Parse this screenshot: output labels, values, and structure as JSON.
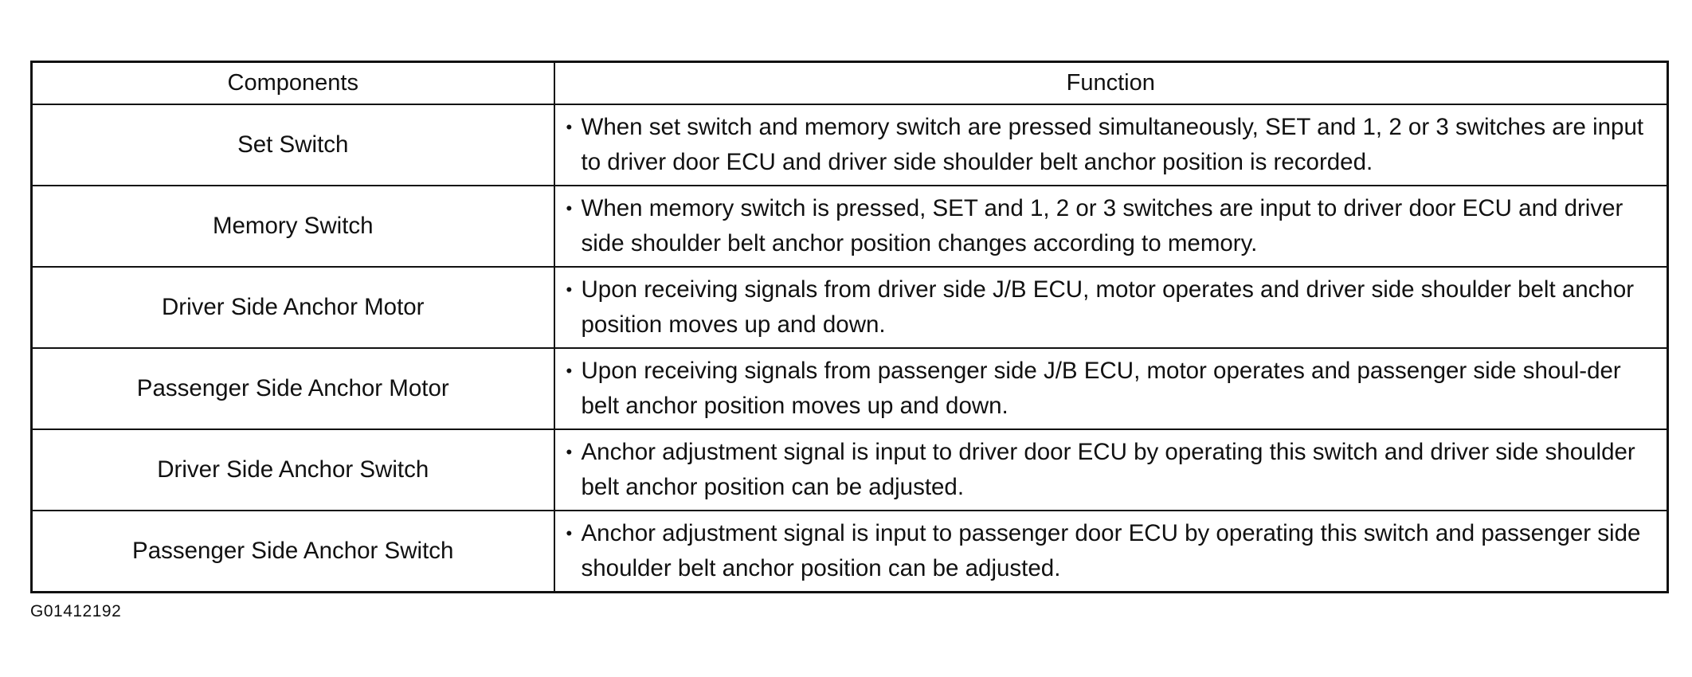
{
  "table": {
    "headers": {
      "components": "Components",
      "function": "Function"
    },
    "bullet": "•",
    "rows": [
      {
        "component": "Set Switch",
        "function": "When set switch and memory switch are pressed simultaneously, SET and 1, 2 or 3 switches are input to driver door ECU and driver side shoulder belt anchor position is recorded."
      },
      {
        "component": "Memory Switch",
        "function": "When memory switch is pressed, SET and 1, 2 or 3 switches are input to driver door ECU and driver side shoulder belt anchor position changes according to memory."
      },
      {
        "component": "Driver Side Anchor Motor",
        "function": "Upon receiving signals from driver side J/B ECU, motor operates and driver side shoulder belt anchor position moves up and down."
      },
      {
        "component": "Passenger Side Anchor Motor",
        "function": "Upon receiving signals from passenger side J/B ECU, motor operates and passenger side shoul-der belt anchor position moves up and down."
      },
      {
        "component": "Driver Side Anchor Switch",
        "function": "Anchor adjustment signal is input to driver door ECU by operating this switch and driver side shoulder belt anchor position can be adjusted."
      },
      {
        "component": "Passenger Side Anchor Switch",
        "function": "Anchor adjustment signal is input to passenger door ECU by operating this switch and passenger side shoulder belt anchor position can be adjusted."
      }
    ]
  },
  "figure_id": "G01412192"
}
